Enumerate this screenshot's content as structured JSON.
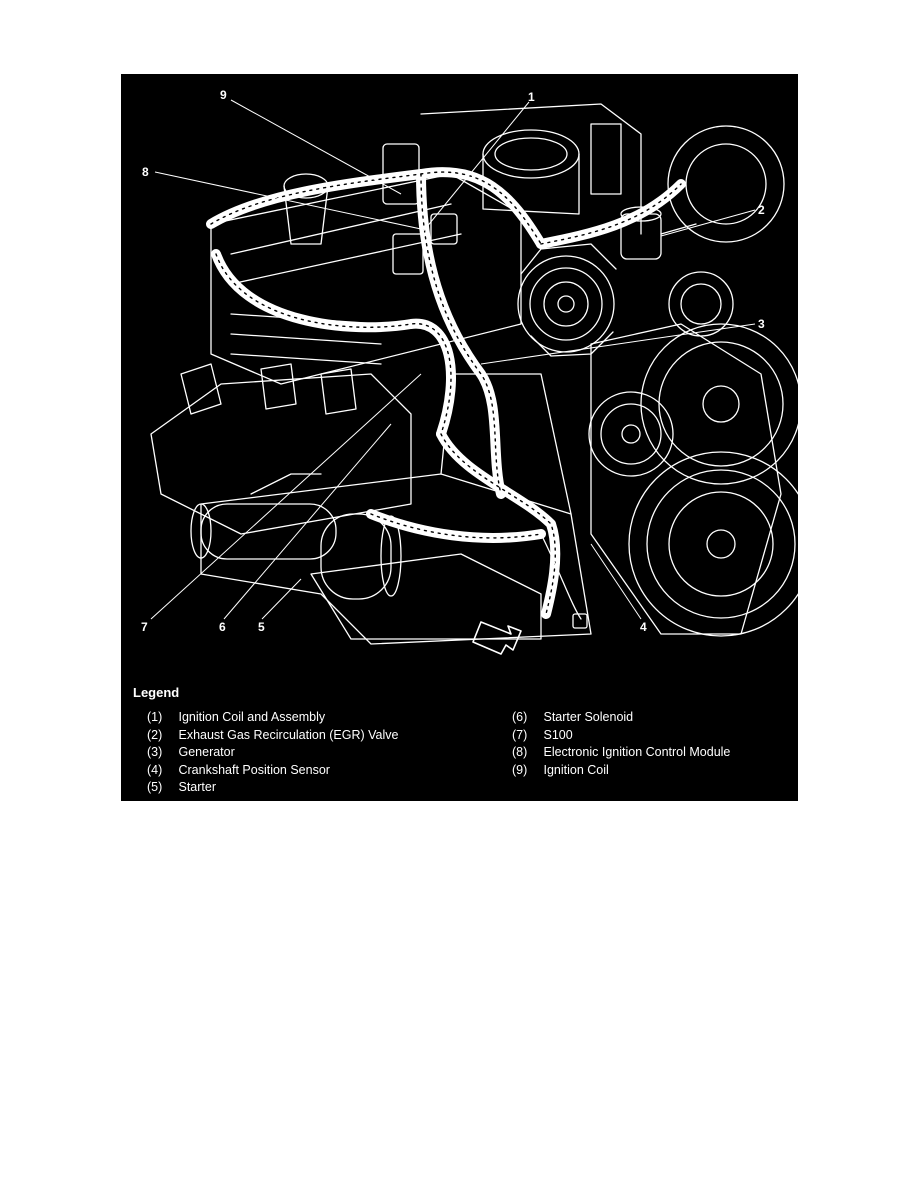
{
  "figure": {
    "callouts": [
      "9",
      "1",
      "8",
      "2",
      "3",
      "7",
      "6",
      "5",
      "4"
    ]
  },
  "legend": {
    "title": "Legend",
    "left_items": [
      {
        "num": "(1)",
        "label": "Ignition Coil and Assembly"
      },
      {
        "num": "(2)",
        "label": "Exhaust Gas Recirculation (EGR) Valve"
      },
      {
        "num": "(3)",
        "label": "Generator"
      },
      {
        "num": "(4)",
        "label": "Crankshaft Position Sensor"
      },
      {
        "num": "(5)",
        "label": "Starter"
      }
    ],
    "right_items": [
      {
        "num": "(6)",
        "label": "Starter Solenoid"
      },
      {
        "num": "(7)",
        "label": "S100"
      },
      {
        "num": "(8)",
        "label": "Electronic Ignition Control Module"
      },
      {
        "num": "(9)",
        "label": "Ignition Coil"
      }
    ]
  }
}
